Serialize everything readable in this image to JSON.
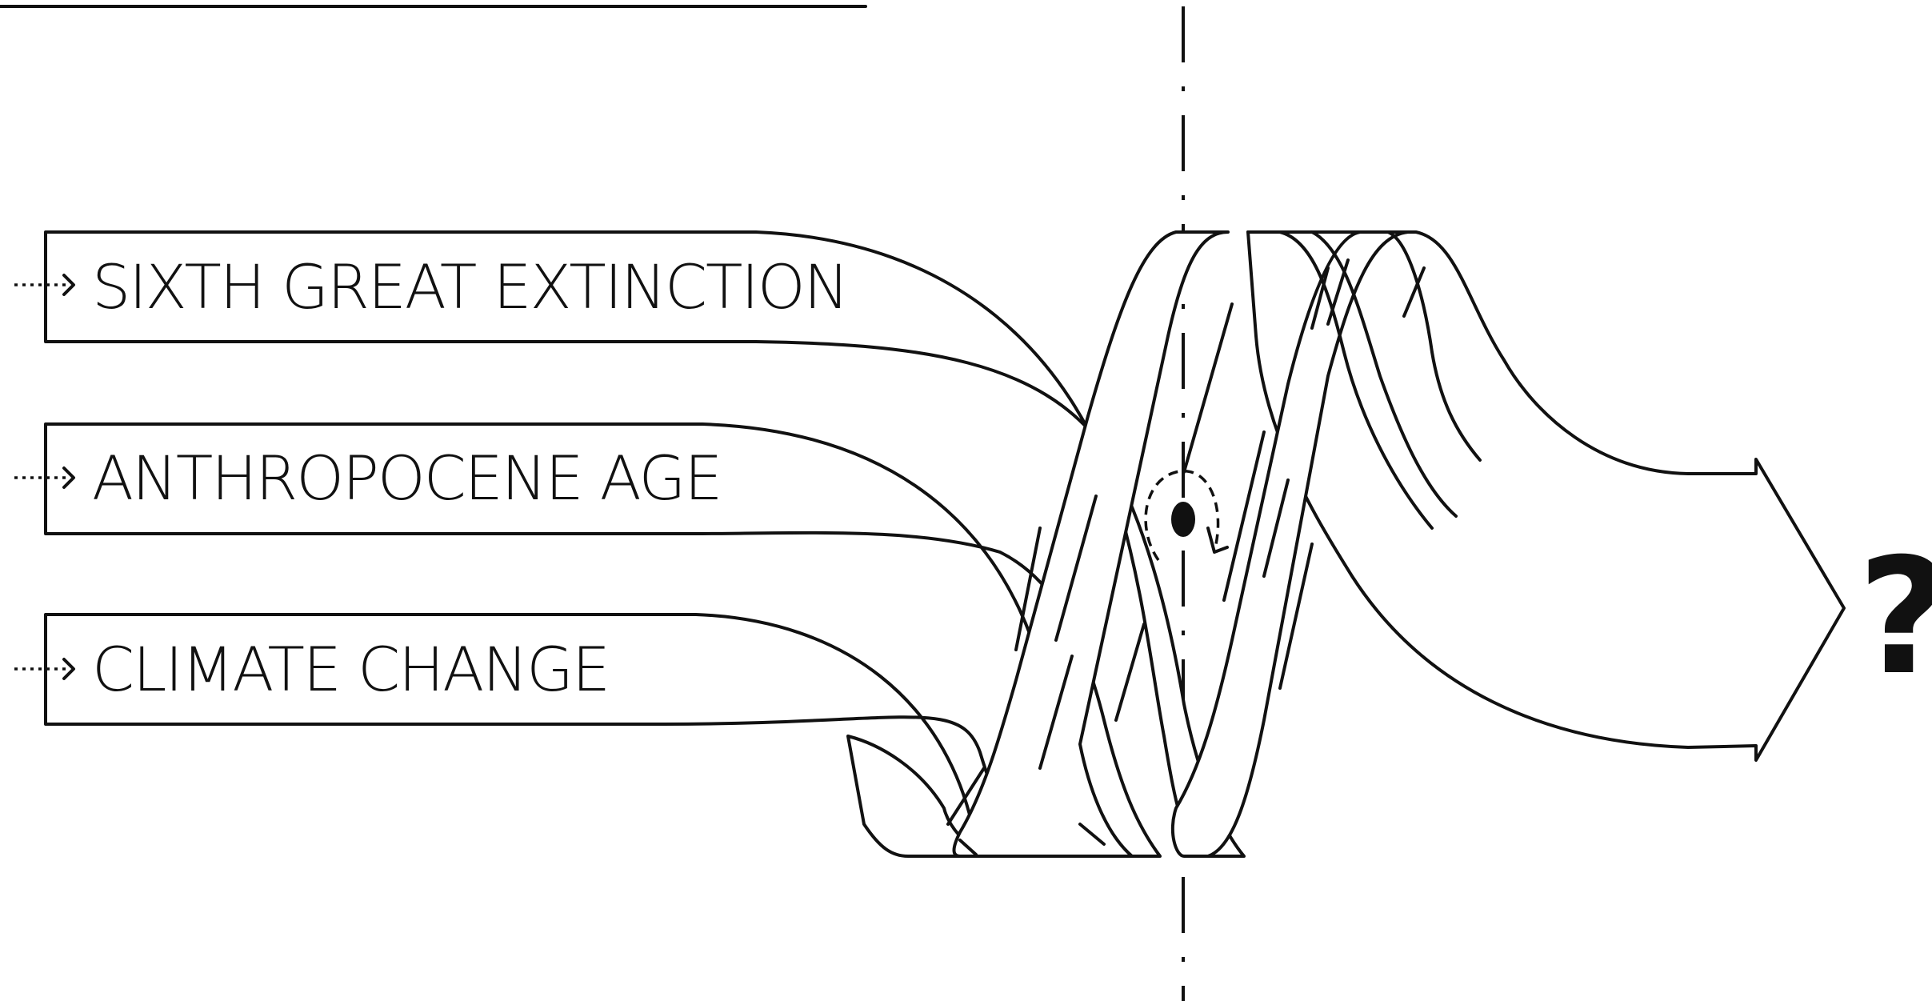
{
  "diagram": {
    "inputs": [
      {
        "label": "SIXTH GREAT EXTINCTION"
      },
      {
        "label": "ANTHROPOCENE AGE"
      },
      {
        "label": "CLIMATE CHANGE"
      }
    ],
    "outcome": "?"
  }
}
